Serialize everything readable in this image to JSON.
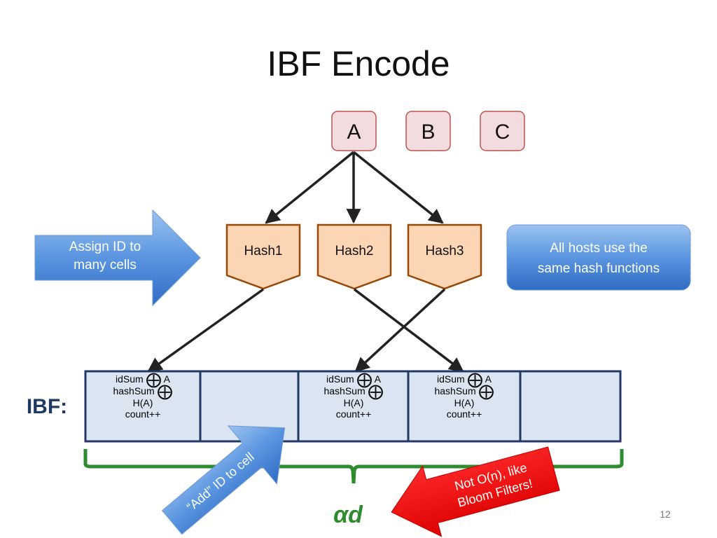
{
  "slide": {
    "title": "IBF Encode",
    "page_number": "12"
  },
  "items": [
    "A",
    "B",
    "C"
  ],
  "hashes": [
    "Hash1",
    "Hash2",
    "Hash3"
  ],
  "callouts": {
    "assign": [
      "Assign ID to",
      "many cells"
    ],
    "same_hash": [
      "All hosts use the",
      "same hash functions"
    ],
    "add_id": "“Add” ID to cell",
    "not_on": [
      "Not O(n), like",
      "Bloom Filters!"
    ]
  },
  "ibf": {
    "label": "IBF:",
    "size_label": "αd",
    "filled_cell": {
      "line1_prefix": "idSum",
      "line1_suffix": "A",
      "line2_prefix": "hashSum",
      "line3": "H(A)",
      "line4": "count++",
      "xor_symbol": "⨁"
    }
  },
  "colors": {
    "item_fill": "#f2dcdf",
    "item_border": "#c0504d",
    "hash_fill": "#fcd5b5",
    "hash_border": "#984807",
    "cell_fill": "#dbe5f1",
    "cell_border": "#1f3864",
    "brace": "#2e8b2e",
    "blue_callout": "#4a86d8",
    "red_callout": "#ee0000"
  }
}
